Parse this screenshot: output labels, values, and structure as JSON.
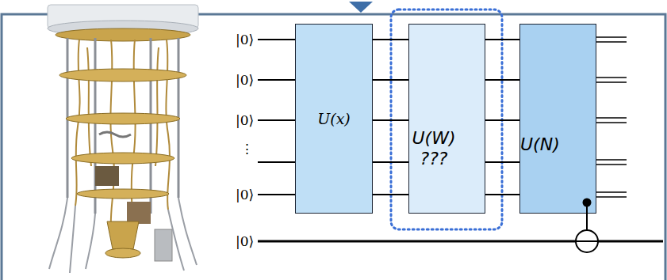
{
  "diagram": {
    "nodes": [
      {
        "text": [
          "U(x)"
        ]
      },
      {
        "text": [
          "U(W) ???"
        ]
      },
      {
        "text": [
          "U(N)"
        ]
      }
    ],
    "edges": [
      {
        "from": 0,
        "to": 1,
        "arrow": "none"
      },
      {
        "from": 0,
        "to": 1,
        "arrow": "none"
      },
      {
        "from": 0,
        "to": 1,
        "arrow": "none"
      },
      {
        "from": 0,
        "to": 1,
        "arrow": "none"
      },
      {
        "from": 0,
        "to": 1,
        "arrow": "none"
      },
      {
        "from": 1,
        "to": 2,
        "arrow": "none"
      },
      {
        "from": 1,
        "to": 2,
        "arrow": "none"
      },
      {
        "from": 1,
        "to": 2,
        "arrow": "none"
      },
      {
        "from": 1,
        "to": 2,
        "arrow": "none"
      },
      {
        "from": 1,
        "to": 2,
        "arrow": "none"
      }
    ],
    "labels": [
      "|0⟩",
      "|0⟩",
      "|0⟩",
      "⋮",
      "|0⟩",
      "|0⟩"
    ]
  }
}
